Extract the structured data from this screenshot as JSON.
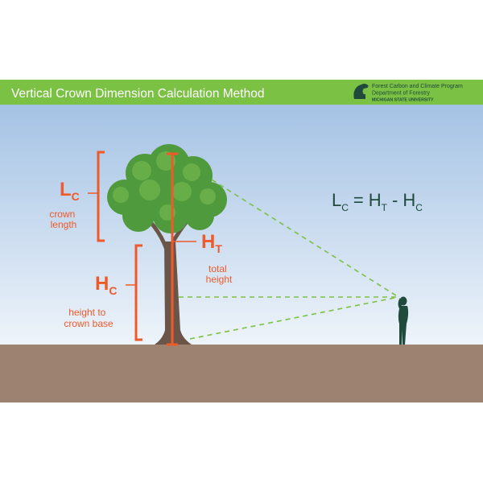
{
  "header": {
    "title": "Vertical Crown Dimension Calculation Method",
    "org_line1": "Forest Carbon and Climate Program",
    "org_line2": "Department of Forestry",
    "org_line3": "MICHIGAN STATE UNIVERSITY",
    "bar_color": "#7bc143"
  },
  "labels": {
    "lc_letter": "L",
    "lc_sub": "C",
    "lc_desc_1": "crown",
    "lc_desc_2": "length",
    "hc_letter": "H",
    "hc_sub": "C",
    "hc_desc_1": "height to",
    "hc_desc_2": "crown base",
    "ht_letter": "H",
    "ht_sub": "T",
    "ht_desc_1": "total",
    "ht_desc_2": "height",
    "label_color": "#ee5a2a"
  },
  "formula": {
    "lhs_letter": "L",
    "lhs_sub": "C",
    "eq": "=",
    "t1_letter": "H",
    "t1_sub": "T",
    "minus": "-",
    "t2_letter": "H",
    "t2_sub": "C",
    "color": "#1f4a3c"
  },
  "colors": {
    "sky_top": "#a4c2e4",
    "sky_bottom": "#eef4fa",
    "ground": "#9d8271",
    "foliage": "#4f9a3c",
    "trunk": "#6b5548",
    "sight_lines": "#7bc143",
    "person": "#1f4a3c"
  }
}
